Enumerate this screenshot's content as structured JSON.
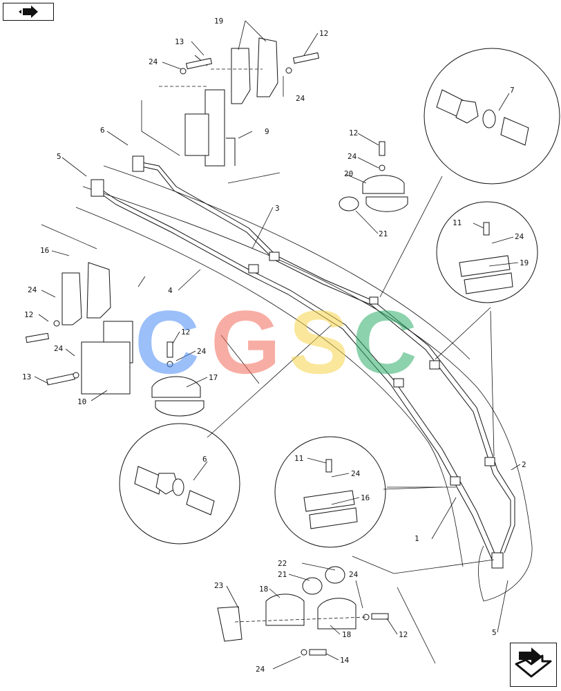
{
  "diagram": {
    "callouts": [
      {
        "id": "c-19-top",
        "text": "19"
      },
      {
        "id": "c-13-top",
        "text": "13"
      },
      {
        "id": "c-12-top",
        "text": "12"
      },
      {
        "id": "c-24-top-left",
        "text": "24"
      },
      {
        "id": "c-24-top-right",
        "text": "24"
      },
      {
        "id": "c-6-top",
        "text": "6"
      },
      {
        "id": "c-9",
        "text": "9"
      },
      {
        "id": "c-5-top",
        "text": "5"
      },
      {
        "id": "c-7",
        "text": "7"
      },
      {
        "id": "c-12-mid",
        "text": "12"
      },
      {
        "id": "c-24-mid",
        "text": "24"
      },
      {
        "id": "c-20",
        "text": "20"
      },
      {
        "id": "c-21-mid",
        "text": "21"
      },
      {
        "id": "c-3",
        "text": "3"
      },
      {
        "id": "c-11-right",
        "text": "11"
      },
      {
        "id": "c-24-right",
        "text": "24"
      },
      {
        "id": "c-19-right",
        "text": "19"
      },
      {
        "id": "c-16-left",
        "text": "16"
      },
      {
        "id": "c-4",
        "text": "4"
      },
      {
        "id": "c-24-left-a",
        "text": "24"
      },
      {
        "id": "c-12-left",
        "text": "12"
      },
      {
        "id": "c-24-left-b",
        "text": "24"
      },
      {
        "id": "c-13-left",
        "text": "13"
      },
      {
        "id": "c-10",
        "text": "10"
      },
      {
        "id": "c-12-center",
        "text": "12"
      },
      {
        "id": "c-24-center",
        "text": "24"
      },
      {
        "id": "c-17",
        "text": "17"
      },
      {
        "id": "c-6-circle",
        "text": "6"
      },
      {
        "id": "c-11-lower",
        "text": "11"
      },
      {
        "id": "c-24-lower",
        "text": "24"
      },
      {
        "id": "c-16-lower",
        "text": "16"
      },
      {
        "id": "c-2",
        "text": "2"
      },
      {
        "id": "c-1",
        "text": "1"
      },
      {
        "id": "c-22",
        "text": "22"
      },
      {
        "id": "c-21-bottom",
        "text": "21"
      },
      {
        "id": "c-23",
        "text": "23"
      },
      {
        "id": "c-18-a",
        "text": "18"
      },
      {
        "id": "c-24-bottom-a",
        "text": "24"
      },
      {
        "id": "c-18-b",
        "text": "18"
      },
      {
        "id": "c-12-bottom",
        "text": "12"
      },
      {
        "id": "c-24-bottom-b",
        "text": "24"
      },
      {
        "id": "c-14",
        "text": "14"
      },
      {
        "id": "c-5-bottom",
        "text": "5"
      }
    ],
    "watermark": {
      "letters": [
        {
          "char": "C",
          "color": "#4a8bf5"
        },
        {
          "char": "G",
          "color": "#f26b5b"
        },
        {
          "char": "S",
          "color": "#f7d44a"
        },
        {
          "char": "C",
          "color": "#2fae6a"
        }
      ]
    },
    "nav": {
      "prev_icon": "page-back-arrow-icon",
      "next_icon": "page-forward-arrow-icon"
    }
  }
}
